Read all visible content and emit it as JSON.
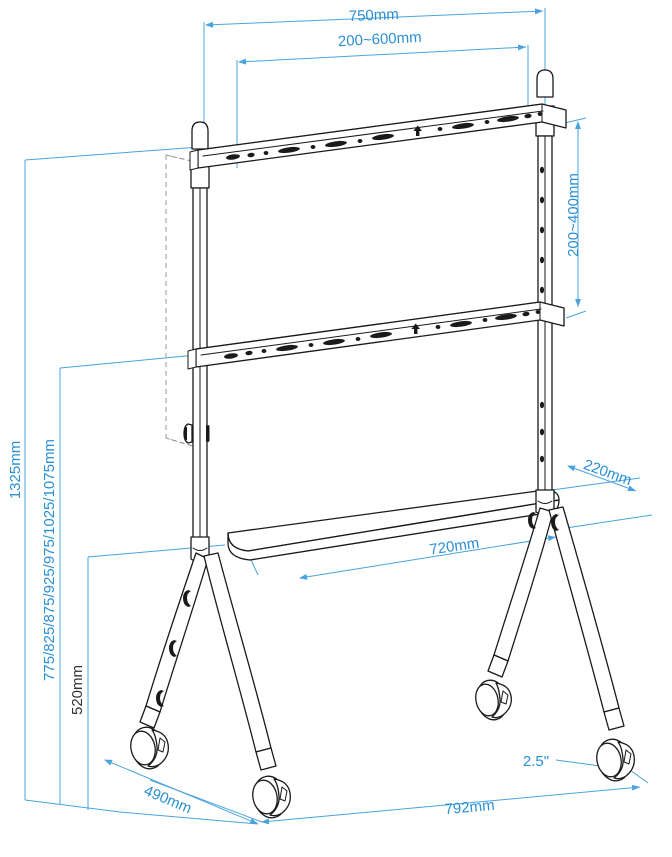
{
  "drawing": {
    "type": "technical-dimension-drawing",
    "subject": "Mobile TV cart / display trolley with dual VESA mounting rails, shelf and casters",
    "projection": "isometric",
    "units": "mm",
    "line_color": "#1a1a1a",
    "dimension_color": "#2b8fd4",
    "dimension_dark_color": "#333333",
    "hidden_line_color": "#9a9a9a",
    "background": "#ffffff"
  },
  "dimensions": {
    "rail_width": {
      "label": "750mm",
      "value": 750,
      "orientation": "horizontal",
      "position": "top-outer",
      "describes": "overall mounting rail width"
    },
    "vesa_horizontal": {
      "label": "200~600mm",
      "value_min": 200,
      "value_max": 600,
      "orientation": "horizontal",
      "position": "top-inner",
      "describes": "adjustable VESA horizontal hole pattern range"
    },
    "vesa_vertical": {
      "label": "200~400mm",
      "value_min": 200,
      "value_max": 400,
      "orientation": "vertical",
      "position": "right",
      "describes": "adjustable VESA vertical spacing between rails"
    },
    "overall_height": {
      "label": "1325mm",
      "value": 1325,
      "orientation": "vertical",
      "position": "left-outer",
      "describes": "overall cart height"
    },
    "mount_height_range": {
      "label": "775/825/875/925/975/1025/1075mm",
      "values": [
        775,
        825,
        875,
        925,
        975,
        1025,
        1075
      ],
      "orientation": "vertical",
      "position": "left-middle",
      "describes": "selectable lower rail mounting heights"
    },
    "shelf_height": {
      "label": "520mm",
      "value": 520,
      "orientation": "vertical",
      "position": "left-inner",
      "describes": "shelf height from floor"
    },
    "shelf_width": {
      "label": "720mm",
      "value": 720,
      "orientation": "horizontal-iso",
      "position": "shelf-front",
      "describes": "shelf width"
    },
    "shelf_depth": {
      "label": "220mm",
      "value": 220,
      "orientation": "depth-iso",
      "position": "shelf-right",
      "describes": "shelf depth"
    },
    "base_width": {
      "label": "792mm",
      "value": 792,
      "orientation": "horizontal-iso",
      "position": "bottom-front",
      "describes": "base footprint width"
    },
    "base_depth": {
      "label": "490mm",
      "value": 490,
      "orientation": "depth-iso",
      "position": "bottom-left",
      "describes": "base footprint depth"
    },
    "caster_size": {
      "label": "2.5\"",
      "value": 2.5,
      "unit": "inch",
      "orientation": "leader",
      "position": "bottom-right",
      "describes": "caster wheel diameter"
    }
  },
  "parts": {
    "upper_rail": "upper-mounting-rail",
    "lower_rail": "lower-mounting-rail",
    "left_column": "left-upright-column",
    "right_column": "right-upright-column",
    "shelf": "equipment-shelf",
    "legs": "splayed-legs",
    "casters": "caster-wheels",
    "caster_count": 4,
    "rail_marking": "up-arrow-orientation-mark"
  }
}
